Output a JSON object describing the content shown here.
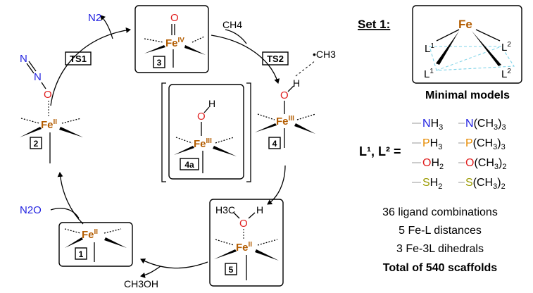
{
  "cycle": {
    "n2_product": "N2",
    "ts1": "TS1",
    "ts2": "TS2",
    "ch4": "CH4",
    "ch3_radical": "•CH3",
    "n2o_reactant": "N2O",
    "ch3oh_product": "CH3OH",
    "fe_symbol": "Fe",
    "complex_3": {
      "number": "3",
      "ox": "IV",
      "ligand": "O"
    },
    "complex_4": {
      "number": "4",
      "ox": "III",
      "o": "O",
      "h": "H"
    },
    "complex_4a": {
      "number": "4a",
      "ox": "III",
      "o": "O",
      "h": "H"
    },
    "complex_5": {
      "number": "5",
      "ox": "II",
      "ch3": "H3C",
      "o": "O",
      "h": "H"
    },
    "complex_1": {
      "number": "1",
      "ox": "II"
    },
    "complex_2": {
      "number": "2",
      "ox": "II",
      "n_top": "N",
      "n_mid": "N",
      "o": "O"
    }
  },
  "set_panel": {
    "title": "Set 1:",
    "model": {
      "fe": "Fe",
      "l1_top": "L",
      "l1_top_sup": "1",
      "l2_top": "L",
      "l2_top_sup": "2",
      "l1_bot": "L",
      "l1_bot_sup": "1",
      "l2_bot": "L",
      "l2_bot_sup": "2"
    },
    "caption": "Minimal models",
    "ligand_label": "L¹, L² =",
    "ligands_left": [
      {
        "pre": "",
        "atom": "N",
        "rest": "H",
        "sub": "3",
        "color": "#1f1fe0"
      },
      {
        "pre": "",
        "atom": "P",
        "rest": "H",
        "sub": "3",
        "color": "#e68a00"
      },
      {
        "pre": "",
        "atom": "O",
        "rest": "H",
        "sub": "2",
        "color": "#e01f1f"
      },
      {
        "pre": "",
        "atom": "S",
        "rest": "H",
        "sub": "2",
        "color": "#9a9a00"
      }
    ],
    "ligands_right": [
      {
        "atom": "N",
        "rest": "(CH",
        "sub": "3",
        "tail": ")",
        "sub2": "3",
        "color": "#1f1fe0"
      },
      {
        "atom": "P",
        "rest": "(CH",
        "sub": "3",
        "tail": ")",
        "sub2": "3",
        "color": "#e68a00"
      },
      {
        "atom": "O",
        "rest": "(CH",
        "sub": "3",
        "tail": ")",
        "sub2": "2",
        "color": "#e01f1f"
      },
      {
        "atom": "S",
        "rest": "(CH",
        "sub": "3",
        "tail": ")",
        "sub2": "2",
        "color": "#9a9a00"
      }
    ],
    "stats": [
      "36 ligand combinations",
      "5 Fe-L distances",
      "3 Fe-3L dihedrals"
    ],
    "total": "Total of 540 scaffolds"
  },
  "colors": {
    "iron": "#b35c00",
    "nitrogen": "#1f1fe0",
    "oxygen": "#e01f1f",
    "phosphorus": "#e68a00",
    "sulfur": "#9a9a00",
    "dash_box": "#7fd3e8"
  }
}
